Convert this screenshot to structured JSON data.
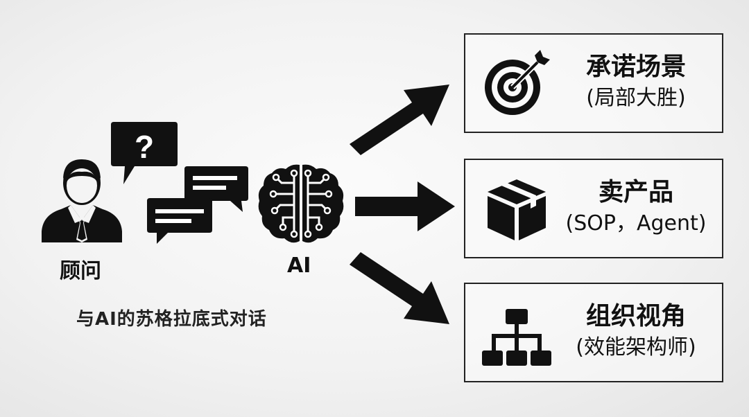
{
  "left": {
    "consultant_label": "顾问",
    "ai_label": "AI",
    "caption": "与AI的苏格拉底式对话",
    "question_mark": "?"
  },
  "boxes": [
    {
      "title": "承诺场景",
      "subtitle": "(局部大胜)",
      "icon": "target-icon"
    },
    {
      "title": "卖产品",
      "subtitle": "(SOP，Agent)",
      "icon": "box-icon"
    },
    {
      "title": "组织视角",
      "subtitle": "(效能架构师)",
      "icon": "org-chart-icon"
    }
  ]
}
